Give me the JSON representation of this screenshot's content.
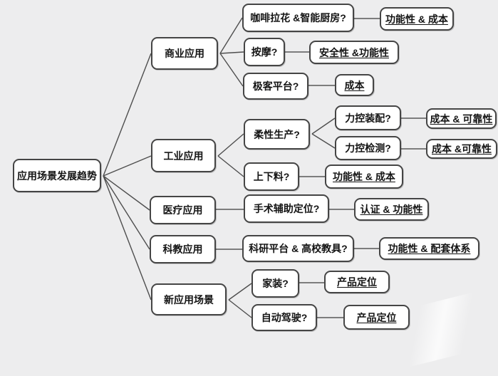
{
  "palette": {
    "background": "#ededee",
    "node_fill": "#ffffff",
    "node_border": "#454545",
    "connector_diagonal": "#4e4e4e",
    "connector_horizontal": "#7d7d7d",
    "text": "#141414"
  },
  "tree": {
    "label": "应用场景发展趋势",
    "children": [
      {
        "label": "商业应用",
        "children": [
          {
            "label": "咖啡拉花 &智能厨房?",
            "children": [
              {
                "label": "功能性 & 成本"
              }
            ]
          },
          {
            "label": "按摩?",
            "children": [
              {
                "label": "安全性 &功能性"
              }
            ]
          },
          {
            "label": "极客平台?",
            "children": [
              {
                "label": "成本"
              }
            ]
          }
        ]
      },
      {
        "label": "工业应用",
        "children": [
          {
            "label": "柔性生产?",
            "children": [
              {
                "label": "力控装配?",
                "children": [
                  {
                    "label": "成本 & 可靠性"
                  }
                ]
              },
              {
                "label": "力控检测?",
                "children": [
                  {
                    "label": "成本 &可靠性"
                  }
                ]
              }
            ]
          },
          {
            "label": "上下料?",
            "children": [
              {
                "label": "功能性 & 成本"
              }
            ]
          }
        ]
      },
      {
        "label": "医疗应用",
        "children": [
          {
            "label": "手术辅助定位?",
            "children": [
              {
                "label": "认证 & 功能性"
              }
            ]
          }
        ]
      },
      {
        "label": "科教应用",
        "children": [
          {
            "label": "科研平台 & 高校教具?",
            "children": [
              {
                "label": "功能性 & 配套体系"
              }
            ]
          }
        ]
      },
      {
        "label": "新应用场景",
        "children": [
          {
            "label": "家装?",
            "children": [
              {
                "label": "产品定位"
              }
            ]
          },
          {
            "label": "自动驾驶?",
            "children": [
              {
                "label": "产品定位"
              }
            ]
          }
        ]
      }
    ]
  }
}
